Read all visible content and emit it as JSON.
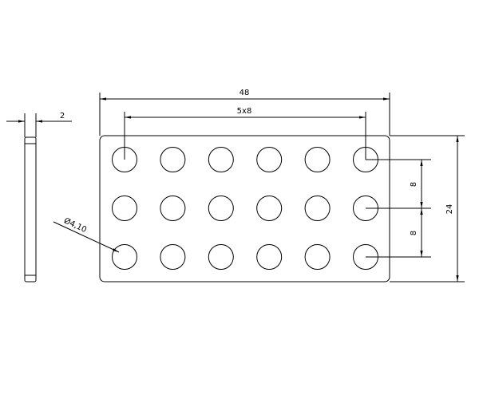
{
  "dimensions": {
    "overall_width": "48",
    "hole_pitch_span": "5x8",
    "thickness": "2",
    "height": "24",
    "row_pitch_upper": "8",
    "row_pitch_lower": "8",
    "hole_diameter": "Ø4,10"
  },
  "plate": {
    "rows": 3,
    "columns": 6
  },
  "colors": {
    "line": "#000000",
    "background": "#ffffff"
  }
}
